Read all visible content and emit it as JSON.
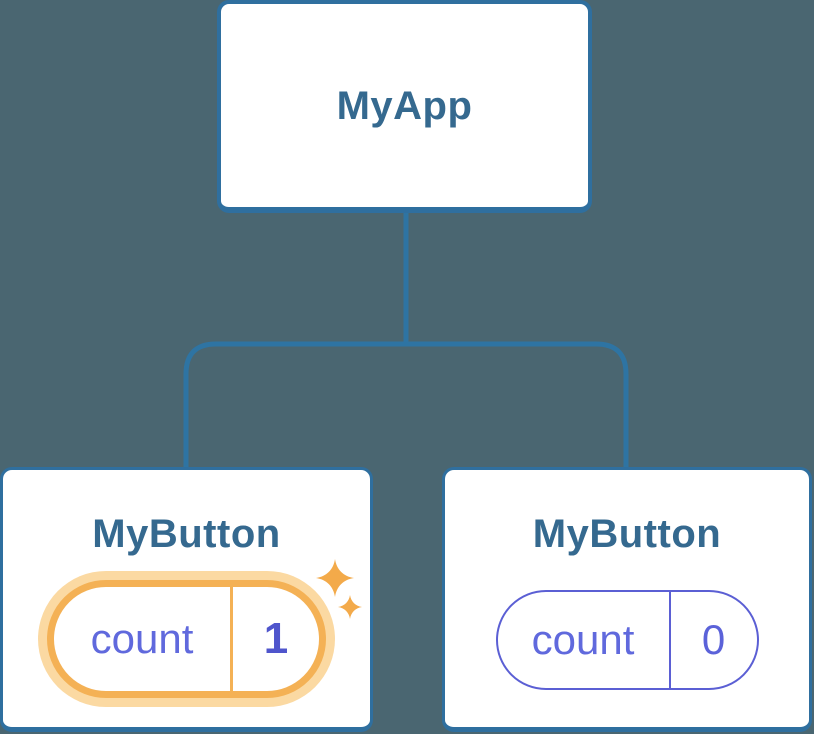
{
  "diagram": {
    "type": "react-component-tree",
    "root": {
      "label": "MyApp"
    },
    "children": [
      {
        "label": "MyButton",
        "state": {
          "name": "count",
          "value": "1"
        },
        "highlighted": true,
        "icon": "sparkle-icon"
      },
      {
        "label": "MyButton",
        "state": {
          "name": "count",
          "value": "0"
        },
        "highlighted": false
      }
    ]
  },
  "colors": {
    "background": "#4a6671",
    "connector_line": "#2e74a3",
    "card_border": "#2f6f9f",
    "card_fill": "#ffffff",
    "title_text": "#35698f",
    "state_text": "#6069dd",
    "state_value_highlight": "#4f55cc",
    "state_plain": "#5b62d9",
    "highlight_orange": "#f4b155",
    "highlight_glow": "#fbd9a2",
    "sparkle_orange": "#f3aa4a"
  }
}
